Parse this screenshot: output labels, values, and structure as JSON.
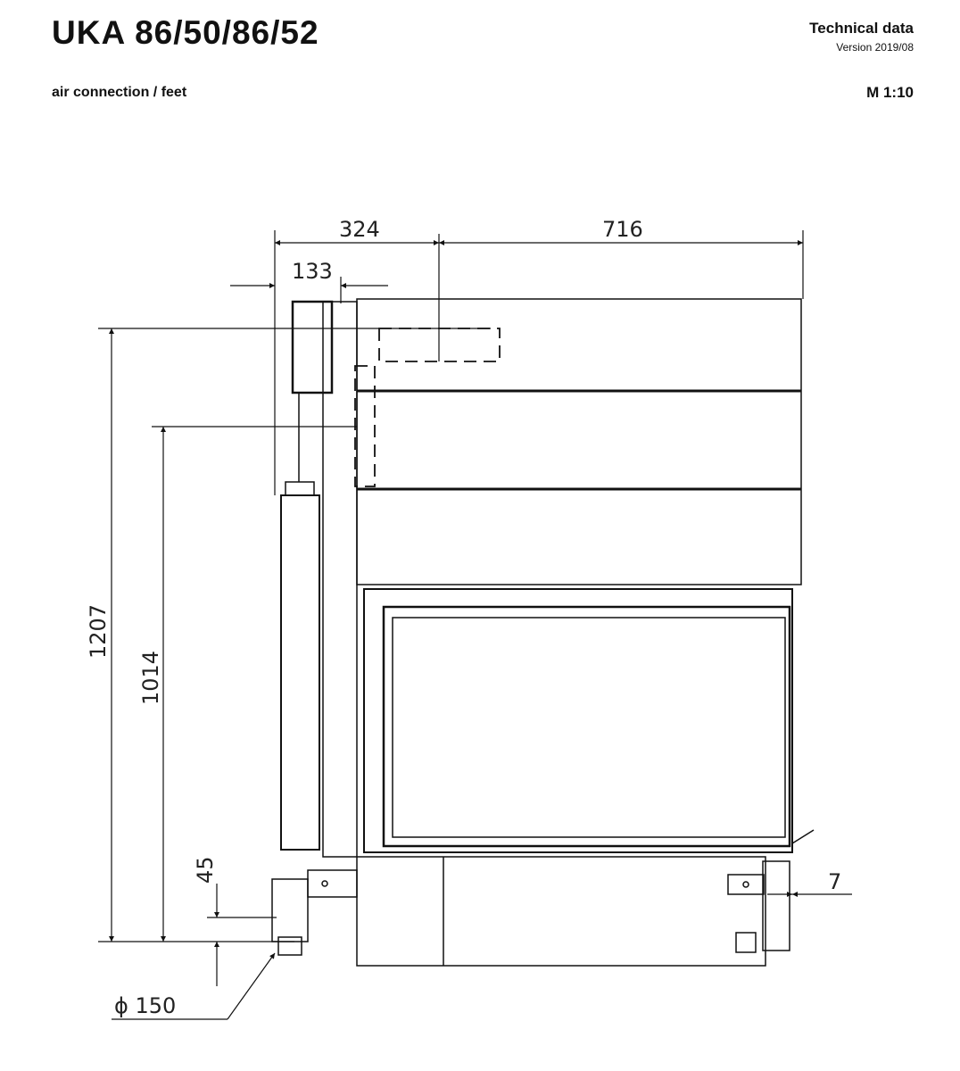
{
  "header": {
    "title": "UKA 86/50/86/52",
    "subtitle": "air connection / feet",
    "doc_type": "Technical data",
    "version": "Version 2019/08",
    "scale": "M 1:10"
  },
  "dimensions": {
    "d324": "324",
    "d716": "716",
    "d133": "133",
    "d1207": "1207",
    "d1014": "1014",
    "d45": "45",
    "d7": "7",
    "diameter": "ϕ 150"
  }
}
